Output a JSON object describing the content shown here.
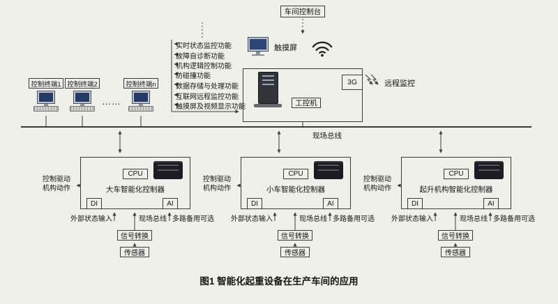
{
  "colors": {
    "bg": "#f0f0ea",
    "line": "#3a3a3a",
    "text": "#141414"
  },
  "top": {
    "console": "车间控制台",
    "touchscreen": "触摸屏",
    "functions": [
      "实时状态监控功能",
      "故障自诊断功能",
      "机构逻辑控制功能",
      "防碰撞功能",
      "数据存储与处理功能",
      "互联网远程监控功能",
      "触摸屏及视频显示功能"
    ],
    "ipc": "工控机",
    "g3": "3G",
    "remote": "远程监控"
  },
  "terminals": {
    "items": [
      "控制终端1",
      "控制终端2",
      "控制终端n"
    ],
    "ellipsis": "……"
  },
  "bus_label": "现场总线",
  "controllers": [
    {
      "cpu": "CPU",
      "name": "大车智能化控制器",
      "di": "DI",
      "ai": "AI",
      "drive1": "控制驱动",
      "drive2": "机构动作",
      "ext": "外部状态输入",
      "bus": "现场总线",
      "backup": "多路备用可选",
      "signal": "信号转换",
      "sensor": "传感器"
    },
    {
      "cpu": "CPU",
      "name": "小车智能化控制器",
      "di": "DI",
      "ai": "AI",
      "drive1": "控制驱动",
      "drive2": "机构动作",
      "ext": "外部状态输入",
      "bus": "现场总线",
      "backup": "多路备用可选",
      "signal": "信号转换",
      "sensor": "传感器"
    },
    {
      "cpu": "CPU",
      "name": "起升机构智能化控制器",
      "di": "DI",
      "ai": "AI",
      "drive1": "控制驱动",
      "drive2": "机构动作",
      "ext": "外部状态输入",
      "bus": "现场总线",
      "backup": "多路备用可选",
      "signal": "信号转换",
      "sensor": "传感器"
    }
  ],
  "caption": "图1  智能化起重设备在生产车间的应用"
}
